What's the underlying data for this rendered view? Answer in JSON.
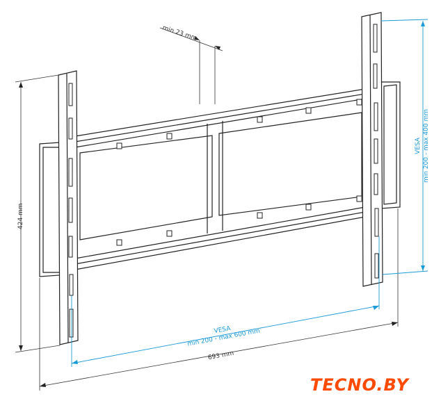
{
  "dimensions": {
    "depth": "min 23 mm",
    "height": "424 mm",
    "width": "693 mm",
    "vesa_horizontal_title": "VESA",
    "vesa_horizontal_range": "min 200 - max 600 mm",
    "vesa_vertical_title": "VESA",
    "vesa_vertical_range": "min 200 - max 400 mm"
  },
  "logo": {
    "text": "TECNO.BY"
  },
  "colors": {
    "line": "#222222",
    "dimension_blue": "#1a9ad6",
    "logo": "#ff4a00"
  }
}
